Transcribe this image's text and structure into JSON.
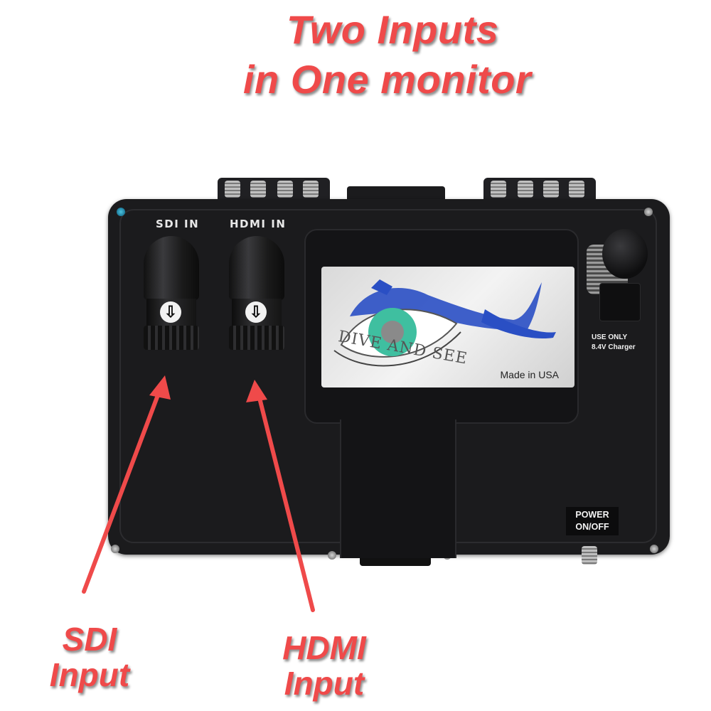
{
  "headline": {
    "line1": "Two Inputs",
    "line2": "in One monitor"
  },
  "device": {
    "sdi_label": "SDI IN",
    "hdmi_label": "HDMI IN",
    "brand": "DIVE AND SEE",
    "made_in": "Made in USA",
    "charger_note_line1": "USE ONLY",
    "charger_note_line2": "8.4V Charger",
    "power_line1": "POWER",
    "power_line2": "ON/OFF",
    "body_color": "#1b1b1d",
    "connector_icon": "arrow-down-circle-icon"
  },
  "callouts": {
    "sdi_line1": "SDI",
    "sdi_line2": "Input",
    "hdmi_line1": "HDMI",
    "hdmi_line2": "Input",
    "color": "#ef4a4a"
  }
}
